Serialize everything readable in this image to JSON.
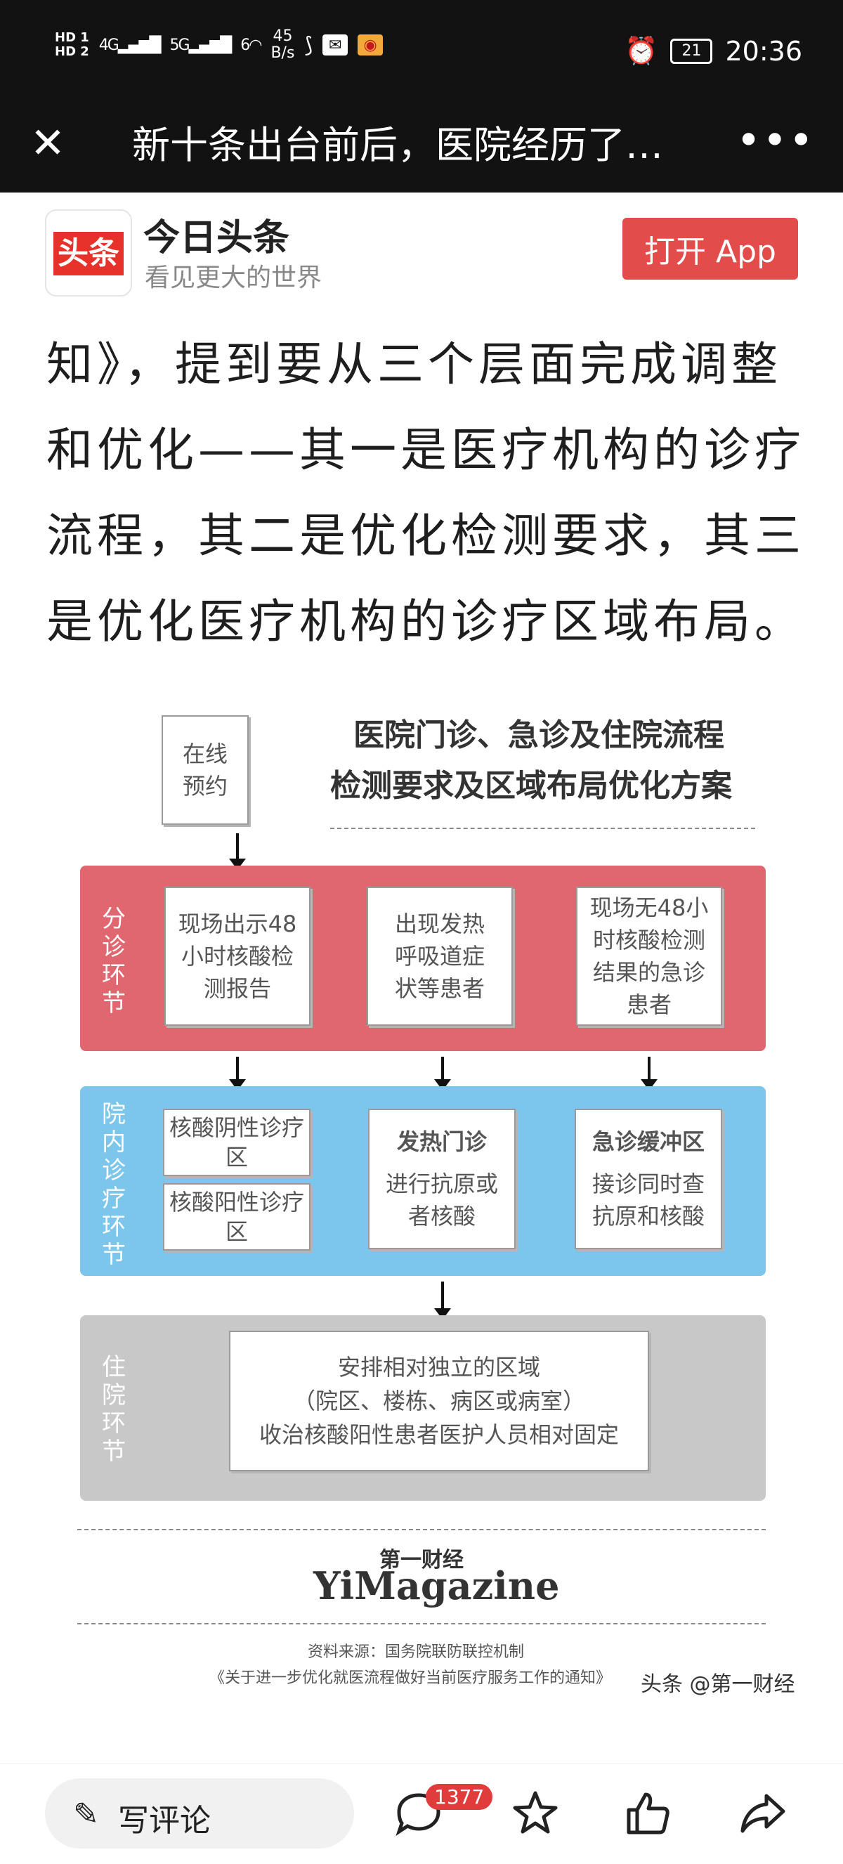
{
  "status_bar": {
    "hd1": "HD 1",
    "hd2": "HD 2",
    "net1": "4G",
    "net2": "5G",
    "net3": "6",
    "speed_value": "45",
    "speed_unit": "B/s",
    "battery": "21",
    "time": "20:36"
  },
  "title_bar": {
    "title": "新十条出台前后，医院经历了…"
  },
  "banner": {
    "logo_text": "头条",
    "brand": "今日头条",
    "tagline": "看见更大的世界",
    "open_label": "打开 App"
  },
  "article": {
    "paragraph": "知》，提到要从三个层面完成调整和优化——其一是医疗机构的诊疗流程，其二是优化检测要求，其三是优化医疗机构的诊疗区域布局。"
  },
  "infographic": {
    "title_line1": "医院门诊、急诊及住院流程",
    "title_line2": "检测要求及区域布局优化方案",
    "online": "在线预约",
    "triage_label": "分诊环节",
    "triage_boxes": [
      "现场出示48小时核酸检测报告",
      "出现发热呼吸道症状等患者",
      "现场无48小时核酸检测结果的急诊患者"
    ],
    "inhosp_label": "院内诊疗环节",
    "neg_zone": "核酸阴性诊疗区",
    "pos_zone": "核酸阳性诊疗区",
    "fever_title": "发热门诊",
    "fever_desc": "进行抗原或者核酸",
    "buffer_title": "急诊缓冲区",
    "buffer_desc": "接诊同时查抗原和核酸",
    "inpatient_label": "住院环节",
    "inpatient_line1": "安排相对独立的区域",
    "inpatient_line2": "（院区、楼栋、病区或病室）",
    "inpatient_line3": "收治核酸阳性患者医护人员相对固定",
    "brand_cn": "第一财经",
    "brand_en": "YiMagazine",
    "source_line1": "资料来源：国务院联防联控机制",
    "source_line2": "《关于进一步优化就医流程做好当前医疗服务工作的通知》",
    "watermark": "头条 @第一财经",
    "colors": {
      "triage": "#e0666f",
      "inhosp": "#7cc6ec",
      "inpatient": "#c8c8c8"
    }
  },
  "bottom_bar": {
    "comment_placeholder": "写评论",
    "comment_count": "1377",
    "icons": [
      "pen-icon",
      "comment-icon",
      "star-icon",
      "like-icon",
      "share-icon"
    ]
  }
}
